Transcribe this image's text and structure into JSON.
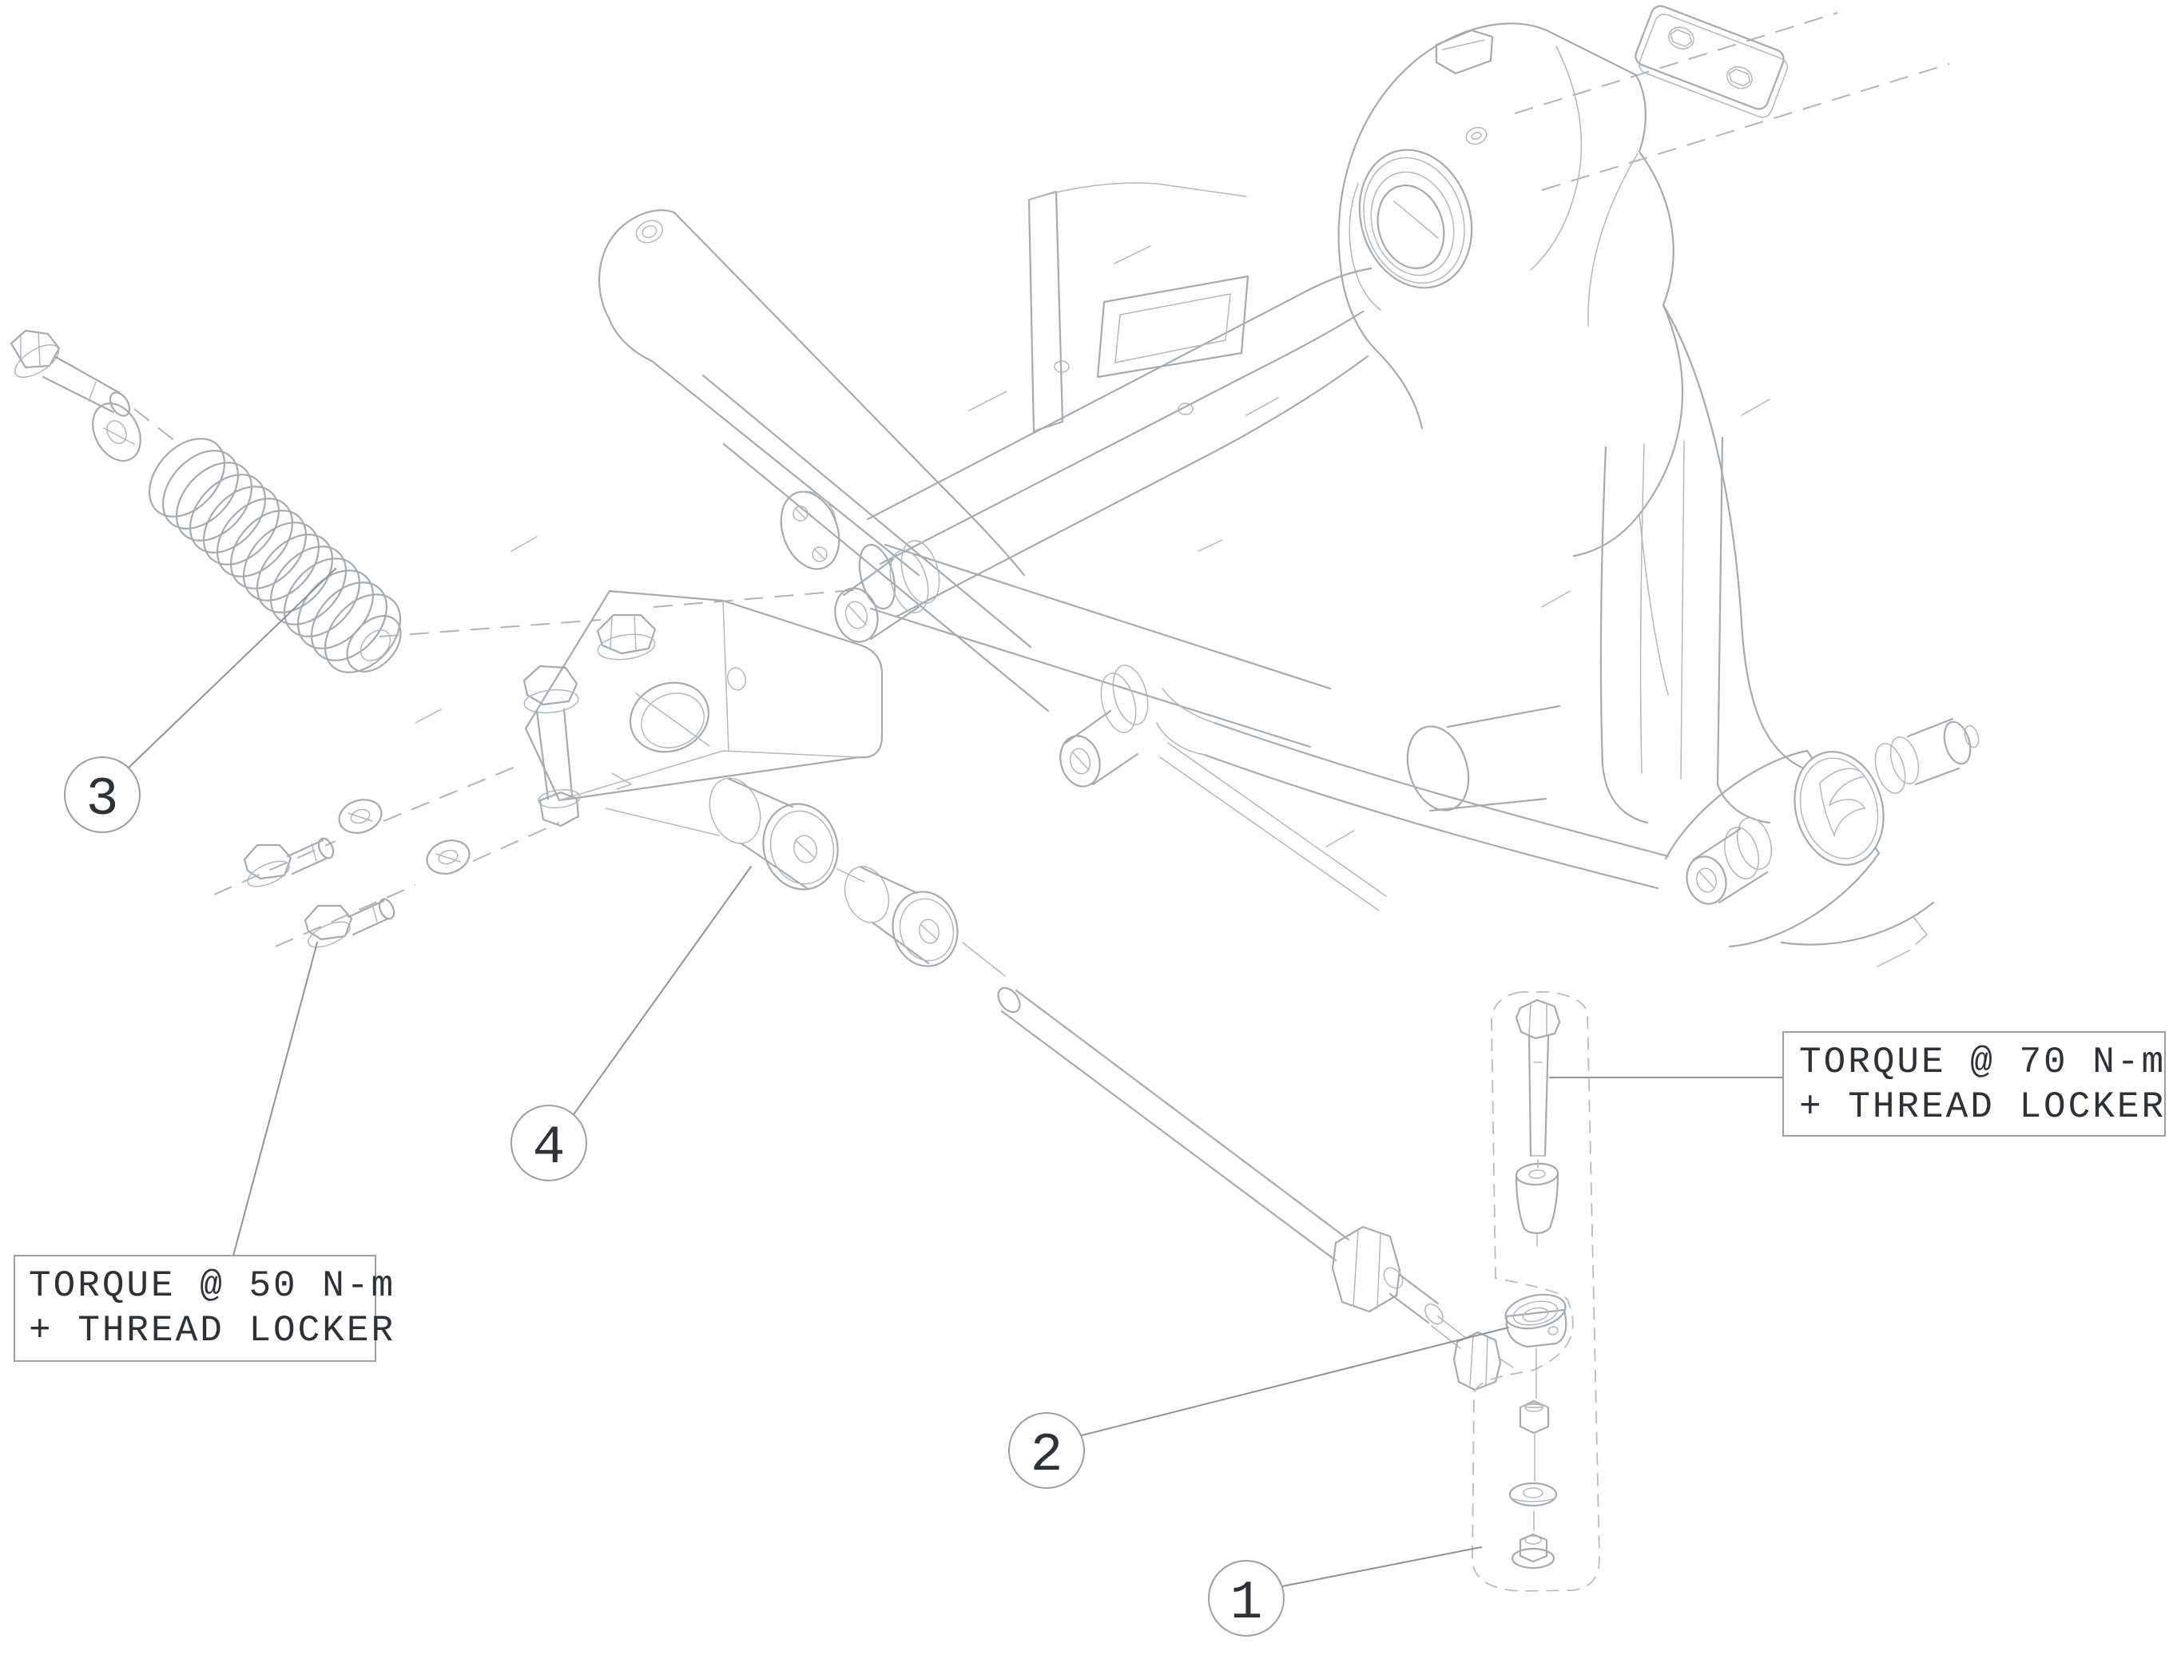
{
  "diagram": {
    "type": "exploded-parts-diagram",
    "callouts": [
      {
        "number": "1"
      },
      {
        "number": "2"
      },
      {
        "number": "3"
      },
      {
        "number": "4"
      }
    ],
    "notes": {
      "torque50": {
        "line1": "TORQUE @ 50 N-m",
        "line2": "+ THREAD LOCKER"
      },
      "torque70": {
        "line1": "TORQUE @ 70 N-m",
        "line2": "+ THREAD LOCKER"
      }
    },
    "colors": {
      "line": "#a6abb0",
      "leader": "#8f949a",
      "text": "#2e3236",
      "background": "#ffffff"
    }
  }
}
